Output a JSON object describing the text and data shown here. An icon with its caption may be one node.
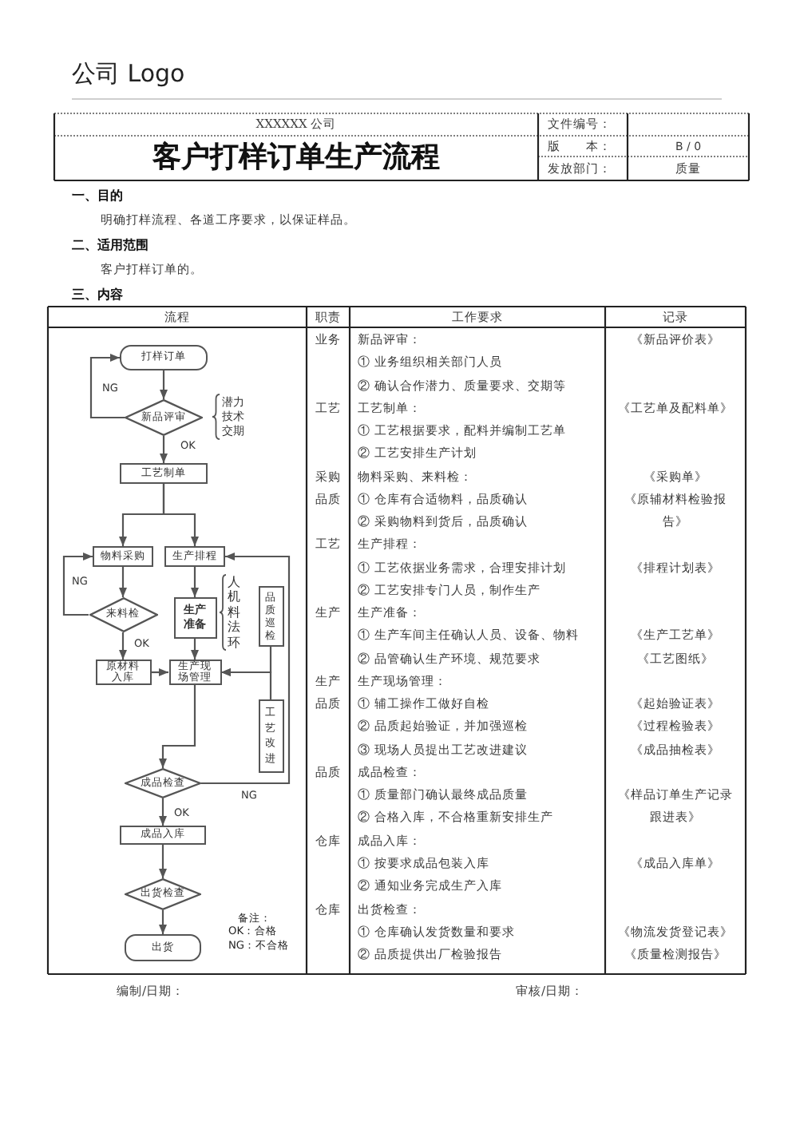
{
  "diagram": {
    "title": "客户打样订单生产流程",
    "nodes": [
      {
        "text": [
          "打样订单"
        ]
      },
      {
        "text": [
          "新品评审"
        ],
        "beside": [
          "潜力技术交期"
        ]
      },
      {
        "text": [
          "工艺制单"
        ]
      },
      {
        "text": [
          "物料采购"
        ]
      },
      {
        "text": [
          "生产排程"
        ]
      },
      {
        "text": [
          "来料检"
        ]
      },
      {
        "text": [
          "生产准备"
        ],
        "beside": [
          "人机料法环"
        ]
      },
      {
        "text": [
          "品质巡检"
        ]
      },
      {
        "text": [
          "原材料入库"
        ]
      },
      {
        "text": [
          "生产现场管理"
        ]
      },
      {
        "text": [
          "工艺改进"
        ]
      },
      {
        "text": [
          "成品检查"
        ]
      },
      {
        "text": [
          "成品入库"
        ]
      },
      {
        "text": [
          "出货检查"
        ]
      },
      {
        "text": [
          "出货"
        ]
      }
    ],
    "edges": [
      {
        "from": 0,
        "to": 1,
        "arrow": "to"
      },
      {
        "from": 1,
        "to": 0,
        "arrow": "to",
        "label": "NG"
      },
      {
        "from": 1,
        "to": 2,
        "arrow": "to",
        "label": "OK"
      },
      {
        "from": 2,
        "to": 3,
        "arrow": "to"
      },
      {
        "from": 2,
        "to": 4,
        "arrow": "to"
      },
      {
        "from": 3,
        "to": 5,
        "arrow": "to"
      },
      {
        "from": 5,
        "to": 3,
        "arrow": "to",
        "label": "NG"
      },
      {
        "from": 5,
        "to": 8,
        "arrow": "to",
        "label": "OK"
      },
      {
        "from": 4,
        "to": 6,
        "arrow": "to"
      },
      {
        "from": 6,
        "to": 9,
        "arrow": "to"
      },
      {
        "from": 8,
        "to": 9,
        "arrow": "to"
      },
      {
        "from": 7,
        "to": 9,
        "arrow": "to"
      },
      {
        "from": 10,
        "to": 9,
        "arrow": "to"
      },
      {
        "from": 9,
        "to": 11,
        "arrow": "to"
      },
      {
        "from": 11,
        "to": 4,
        "arrow": "to",
        "label": "NG"
      },
      {
        "from": 11,
        "to": 12,
        "arrow": "to",
        "label": "OK"
      },
      {
        "from": 12,
        "to": 13,
        "arrow": "to"
      },
      {
        "from": 13,
        "to": 14,
        "arrow": "to"
      }
    ],
    "labels": [
      "公司 Logo",
      "XXXXXX 公司",
      "文件编号：",
      "版　　本：",
      "B / 0",
      "发放部门：",
      "质量",
      "一、目的",
      "明确打样流程、各道工序要求，以保证样品。",
      "二、适用范围",
      "客户打样订单的。",
      "三、内容",
      "流程",
      "职责",
      "工作要求",
      "记录",
      "业务",
      "新品评审：",
      "《新品评价表》",
      "① 业务组织相关部门人员",
      "② 确认合作潜力、质量要求、交期等",
      "工艺",
      "工艺制单：",
      "《工艺单及配料单》",
      "① 工艺根据要求，配料并编制工艺单",
      "② 工艺安排生产计划",
      "采购",
      "物料采购、来料检：",
      "《采购单》",
      "品质",
      "① 仓库有合适物料，品质确认",
      "《原辅材料检验报告》",
      "② 采购物料到货后，品质确认",
      "工艺",
      "生产排程：",
      "① 工艺依据业务需求，合理安排计划",
      "《排程计划表》",
      "② 工艺安排专门人员，制作生产",
      "生产",
      "生产准备：",
      "① 生产车间主任确认人员、设备、物料",
      "《生产工艺单》",
      "② 品管确认生产环境、规范要求",
      "《工艺图纸》",
      "生产",
      "生产现场管理：",
      "品质",
      "① 辅工操作工做好自检",
      "《起始验证表》",
      "② 品质起始验证，并加强巡检",
      "《过程检验表》",
      "③ 现场人员提出工艺改进建议",
      "《成品抽检表》",
      "品质",
      "成品检查：",
      "① 质量部门确认最终成品质量",
      "《样品订单生产记录跟进表》",
      "② 合格入库，不合格重新安排生产",
      "仓库",
      "成品入库：",
      "① 按要求成品包装入库",
      "《成品入库单》",
      "② 通知业务完成生产入库",
      "仓库",
      "出货检查：",
      "① 仓库确认发货数量和要求",
      "《物流发货登记表》",
      "② 品质提供出厂检验报告",
      "《质量检测报告》",
      "备注：",
      "OK：合格",
      "NG：不合格",
      "编制/日期：",
      "审核/日期："
    ]
  }
}
